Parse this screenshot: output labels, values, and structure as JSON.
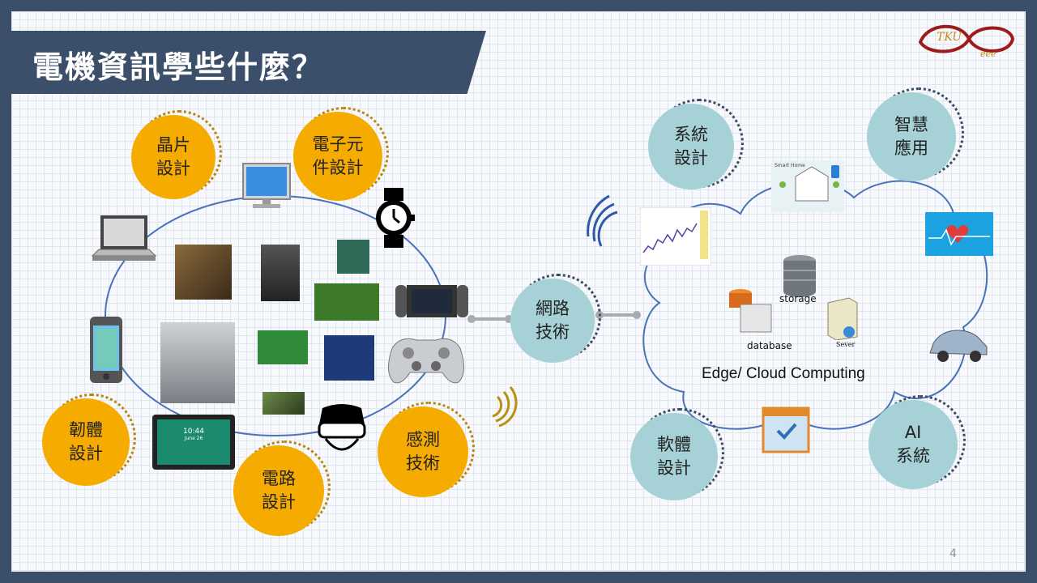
{
  "title": "電機資訊學些什麼？",
  "logo_text": "TKU eee",
  "page_number": "4",
  "orange_topics": [
    {
      "name": "chip-design",
      "label": "晶片\n設計"
    },
    {
      "name": "electronic-component-design",
      "label": "電子元\n件設計"
    },
    {
      "name": "firmware",
      "label": "韌體\n設計"
    },
    {
      "name": "circuit-design",
      "label": "電路\n設計"
    },
    {
      "name": "sensing-tech",
      "label": "感測\n技術"
    }
  ],
  "teal_topics": [
    {
      "name": "network-tech",
      "label": "網路\n技術"
    },
    {
      "name": "system-design",
      "label": "系統\n設計"
    },
    {
      "name": "smart-applications",
      "label": "智慧\n應用"
    },
    {
      "name": "software-design",
      "label": "軟體\n設計"
    },
    {
      "name": "ai-systems",
      "label": "AI\n系統"
    }
  ],
  "cloud": {
    "label": "Edge/ Cloud Computing",
    "storage_label": "storage",
    "database_label": "database",
    "server_label": "Sever",
    "smart_home_label": "Smart Home"
  },
  "tablet": {
    "time": "10:44",
    "date": "June 26"
  },
  "colors": {
    "background": "#3b4f6b",
    "orange": "#f5ab00",
    "teal": "#a6d1d6",
    "ellipse": "#4a72b8"
  }
}
